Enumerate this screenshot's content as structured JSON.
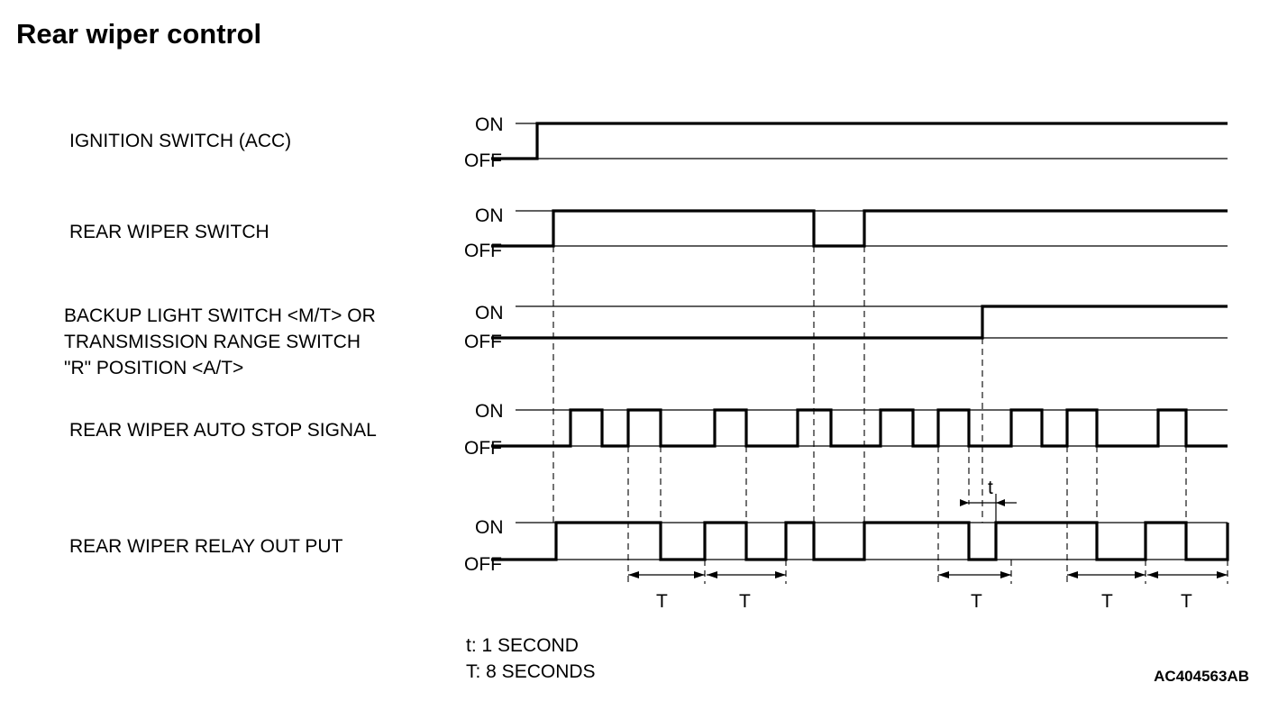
{
  "title": "Rear wiper control",
  "level_labels": {
    "on": "ON",
    "off": "OFF"
  },
  "signals": [
    {
      "id": "ignition",
      "label_lines": [
        "IGNITION SWITCH (ACC)"
      ]
    },
    {
      "id": "rear_wiper_switch",
      "label_lines": [
        "REAR WIPER SWITCH"
      ]
    },
    {
      "id": "backup_light",
      "label_lines": [
        "BACKUP LIGHT SWITCH <M/T> OR",
        "TRANSMISSION RANGE SWITCH",
        "\"R\" POSITION <A/T>"
      ]
    },
    {
      "id": "auto_stop",
      "label_lines": [
        "REAR WIPER AUTO STOP SIGNAL"
      ]
    },
    {
      "id": "relay_output",
      "label_lines": [
        "REAR WIPER RELAY OUT PUT"
      ]
    }
  ],
  "interval_marks": {
    "long": "T",
    "short": "t"
  },
  "legend": [
    "t: 1 SECOND",
    "T: 8 SECONDS"
  ],
  "figure_code": "AC404563AB"
}
